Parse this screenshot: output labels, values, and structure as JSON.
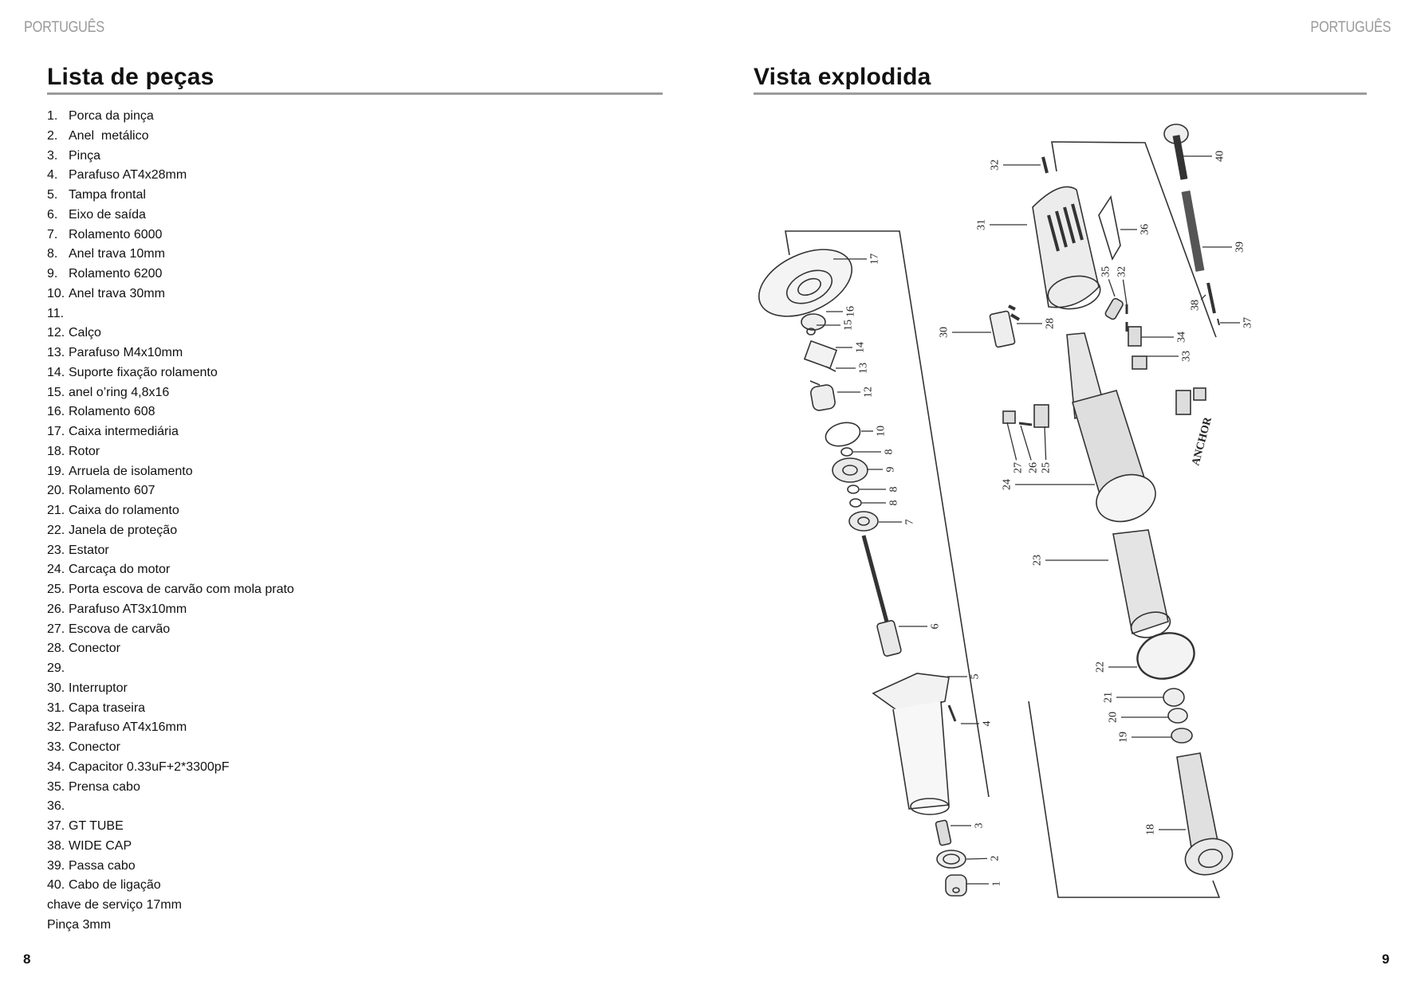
{
  "header": {
    "left_language": "PORTUGUÊS",
    "right_language": "PORTUGUÊS"
  },
  "left_page": {
    "title": "Lista de peças",
    "parts": [
      {
        "num": "1.",
        "name": "Porca da pinça"
      },
      {
        "num": "2.",
        "name": "Anel  metálico"
      },
      {
        "num": "3.",
        "name": "Pinça"
      },
      {
        "num": "4.",
        "name": "Parafuso AT4x28mm"
      },
      {
        "num": "5.",
        "name": "Tampa frontal"
      },
      {
        "num": "6.",
        "name": "Eixo de saída"
      },
      {
        "num": "7.",
        "name": "Rolamento 6000"
      },
      {
        "num": "8.",
        "name": "Anel trava 10mm"
      },
      {
        "num": "9.",
        "name": "Rolamento 6200"
      },
      {
        "num": "10.",
        "name": "Anel trava 30mm"
      },
      {
        "num": "11.",
        "name": ""
      },
      {
        "num": "12.",
        "name": "Calço"
      },
      {
        "num": "13.",
        "name": "Parafuso M4x10mm"
      },
      {
        "num": "14.",
        "name": "Suporte fixação rolamento"
      },
      {
        "num": "15.",
        "name": "anel o’ring 4,8x16"
      },
      {
        "num": "16.",
        "name": "Rolamento 608"
      },
      {
        "num": "17.",
        "name": "Caixa intermediária"
      },
      {
        "num": "18.",
        "name": "Rotor"
      },
      {
        "num": "19.",
        "name": "Arruela de isolamento"
      },
      {
        "num": "20.",
        "name": "Rolamento 607"
      },
      {
        "num": "21.",
        "name": "Caixa do rolamento"
      },
      {
        "num": "22.",
        "name": "Janela de proteção"
      },
      {
        "num": "23.",
        "name": "Estator"
      },
      {
        "num": "24.",
        "name": "Carcaça do motor"
      },
      {
        "num": "25.",
        "name": "Porta escova de carvão com mola prato"
      },
      {
        "num": "26.",
        "name": "Parafuso AT3x10mm"
      },
      {
        "num": "27.",
        "name": "Escova de carvão"
      },
      {
        "num": "28.",
        "name": "Conector"
      },
      {
        "num": "29.",
        "name": ""
      },
      {
        "num": "30.",
        "name": "Interruptor"
      },
      {
        "num": "31.",
        "name": "Capa traseira"
      },
      {
        "num": "32.",
        "name": "Parafuso AT4x16mm"
      },
      {
        "num": "33.",
        "name": "Conector"
      },
      {
        "num": "34.",
        "name": "Capacitor 0.33uF+2*3300pF"
      },
      {
        "num": "35.",
        "name": "Prensa cabo"
      },
      {
        "num": "36.",
        "name": ""
      },
      {
        "num": "37.",
        "name": "GT TUBE"
      },
      {
        "num": "38.",
        "name": "WIDE CAP"
      },
      {
        "num": "39.",
        "name": "Passa cabo"
      },
      {
        "num": "40.",
        "name": "Cabo de ligação"
      }
    ],
    "extras": [
      "chave de serviço 17mm",
      "Pinça 3mm"
    ],
    "page_number": "8"
  },
  "right_page": {
    "title": "Vista explodida",
    "brand_on_housing": "ANCHOR",
    "callouts": [
      "1",
      "2",
      "3",
      "4",
      "5",
      "6",
      "7",
      "8",
      "8",
      "8",
      "9",
      "10",
      "12",
      "13",
      "14",
      "15",
      "16",
      "17",
      "18",
      "19",
      "20",
      "21",
      "22",
      "23",
      "24",
      "25",
      "26",
      "27",
      "28",
      "30",
      "31",
      "32",
      "32",
      "33",
      "34",
      "35",
      "36",
      "37",
      "38",
      "39",
      "40"
    ],
    "page_number": "9"
  }
}
